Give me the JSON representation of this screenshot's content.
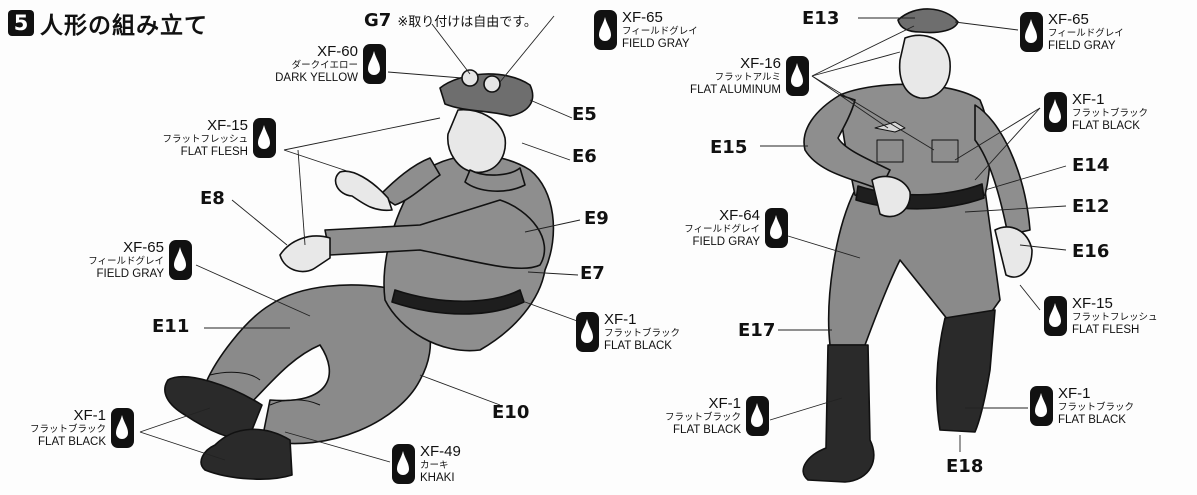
{
  "step": {
    "number": "5",
    "title": "人形の組み立て"
  },
  "note": {
    "part": "G7",
    "text": "※取り付けは自由です。"
  },
  "parts": {
    "e5": "E5",
    "e6": "E6",
    "e7": "E7",
    "e8": "E8",
    "e9": "E9",
    "e10": "E10",
    "e11": "E11",
    "e12": "E12",
    "e13": "E13",
    "e14": "E14",
    "e15": "E15",
    "e16": "E16",
    "e17": "E17",
    "e18": "E18"
  },
  "paints": {
    "xf60": {
      "code": "XF-60",
      "jp": "ダークイエロー",
      "en": "DARK YELLOW"
    },
    "xf65_top": {
      "code": "XF-65",
      "jp": "フィールドグレイ",
      "en": "FIELD GRAY"
    },
    "xf15_left": {
      "code": "XF-15",
      "jp": "フラットフレッシュ",
      "en": "FLAT FLESH"
    },
    "xf65_left": {
      "code": "XF-65",
      "jp": "フィールドグレイ",
      "en": "FIELD GRAY"
    },
    "xf1_left": {
      "code": "XF-1",
      "jp": "フラットブラック",
      "en": "FLAT BLACK"
    },
    "xf49": {
      "code": "XF-49",
      "jp": "カーキ",
      "en": "KHAKI"
    },
    "xf1_mid": {
      "code": "XF-1",
      "jp": "フラットブラック",
      "en": "FLAT BLACK"
    },
    "xf16": {
      "code": "XF-16",
      "jp": "フラットアルミ",
      "en": "FLAT ALUMINUM"
    },
    "xf64": {
      "code": "XF-64",
      "jp": "フィールドグレイ",
      "en": "FIELD GRAY"
    },
    "xf1_btmid": {
      "code": "XF-1",
      "jp": "フラットブラック",
      "en": "FLAT BLACK"
    },
    "xf65_right": {
      "code": "XF-65",
      "jp": "フィールドグレイ",
      "en": "FIELD GRAY"
    },
    "xf1_right": {
      "code": "XF-1",
      "jp": "フラットブラック",
      "en": "FLAT BLACK"
    },
    "xf15_right": {
      "code": "XF-15",
      "jp": "フラットフレッシュ",
      "en": "FLAT FLESH"
    },
    "xf1_btright": {
      "code": "XF-1",
      "jp": "フラットブラック",
      "en": "FLAT BLACK"
    }
  },
  "colors": {
    "ink": "#111111",
    "uniform": "#8c8c8c",
    "skin": "#e6e6e6",
    "boot": "#2a2a2a"
  }
}
